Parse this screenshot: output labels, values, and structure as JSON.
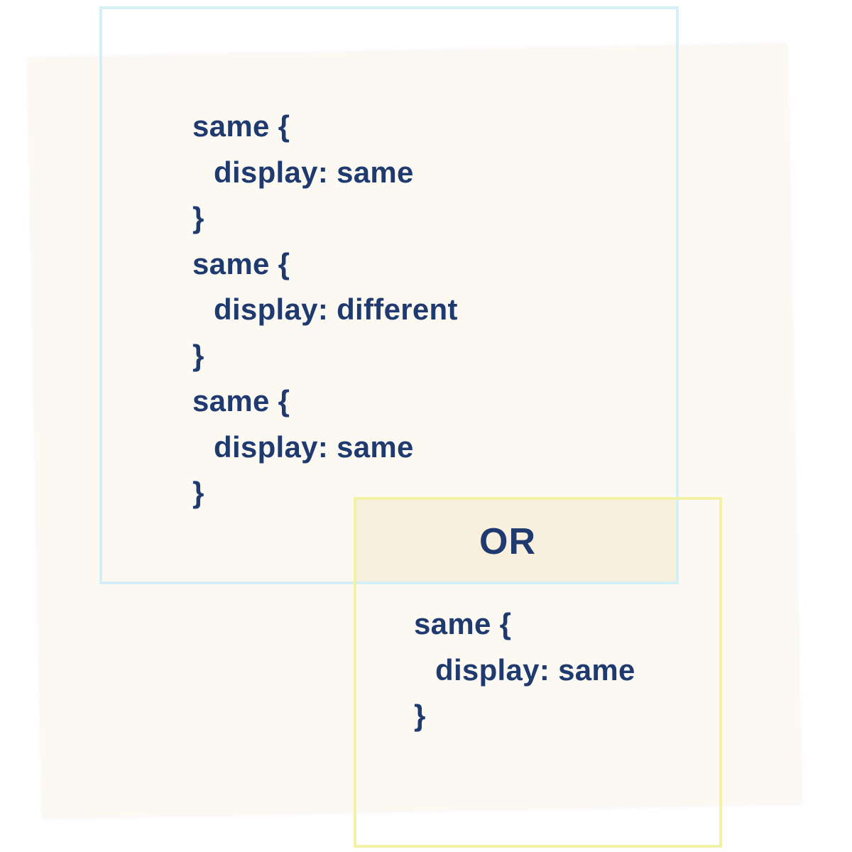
{
  "colors": {
    "paper": "#fcf8f2",
    "text": "#1e3a6e",
    "frame_blue": "#d4eff6",
    "frame_yellow": "#f3f1a6",
    "or_band": "#f8f0dc"
  },
  "main_block": {
    "lines": [
      "same {",
      "display: same",
      "}",
      "same {",
      "display: different",
      "}",
      "same {",
      "display: same",
      "}"
    ]
  },
  "separator": {
    "label": "OR"
  },
  "alt_block": {
    "lines": [
      "same {",
      "display: same",
      "}"
    ]
  }
}
